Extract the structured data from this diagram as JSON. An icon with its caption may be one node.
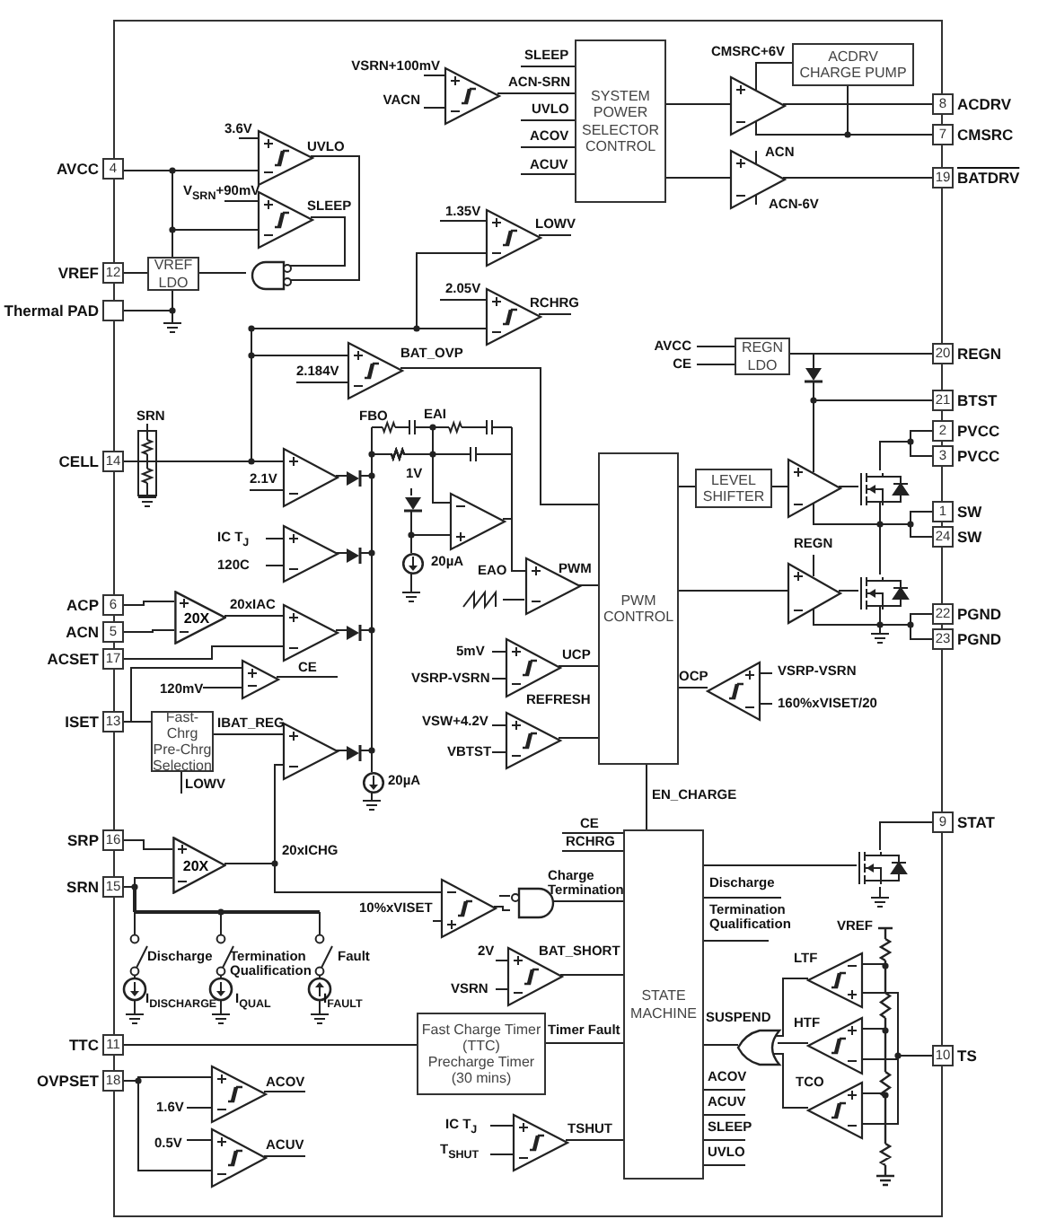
{
  "diagram": {
    "nodes": [
      {
        "text": [],
        "shape": "box"
      },
      {
        "text": [
          "SYSTEM POWER SELECTOR CONTROL"
        ],
        "in": 0
      },
      {
        "text": [
          "ACDRV CHARGE PUMP"
        ],
        "in": 0
      },
      {
        "text": [
          "8"
        ],
        "beside": [
          "ACDRV"
        ]
      },
      {
        "text": [
          "7"
        ],
        "beside": [
          "CMSRC"
        ]
      },
      {
        "text": [
          "4"
        ],
        "beside": [
          "AVCC"
        ]
      },
      {
        "text": [
          "19"
        ],
        "beside": [
          "BATDRV"
        ]
      },
      {
        "text": [
          "VREF LDO"
        ],
        "in": 0
      },
      {
        "text": [
          "12"
        ],
        "beside": [
          "VREF"
        ]
      },
      {
        "text": [],
        "shape": "box",
        "beside": [
          "Thermal PAD"
        ]
      },
      {
        "text": [
          "REGN LDO"
        ],
        "in": 0
      },
      {
        "text": [
          "20"
        ],
        "beside": [
          "REGN"
        ]
      },
      {
        "text": [
          "21"
        ],
        "beside": [
          "BTST"
        ]
      },
      {
        "text": [
          "2"
        ],
        "beside": [
          "PVCC"
        ]
      },
      {
        "text": [
          "3"
        ],
        "beside": [
          "PVCC"
        ]
      },
      {
        "text": [
          "14"
        ],
        "beside": [
          "CELL"
        ]
      },
      {
        "text": [
          "LEVEL SHIFTER"
        ],
        "in": 0
      },
      {
        "text": [
          "1"
        ],
        "beside": [
          "SW"
        ]
      },
      {
        "text": [
          "24"
        ],
        "beside": [
          "SW"
        ]
      },
      {
        "text": [
          "PWM CONTROL"
        ],
        "in": 0
      },
      {
        "text": [
          "20X"
        ],
        "in": 0
      },
      {
        "text": [
          "6"
        ],
        "beside": [
          "ACP"
        ]
      },
      {
        "text": [
          "22"
        ],
        "beside": [
          "PGND"
        ]
      },
      {
        "text": [
          "5"
        ],
        "beside": [
          "ACN"
        ]
      },
      {
        "text": [
          "23"
        ],
        "beside": [
          "PGND"
        ]
      },
      {
        "text": [
          "17"
        ],
        "beside": [
          "ACSET"
        ]
      },
      {
        "text": [
          "Fast-Chrg Pre-Chrg Selection"
        ],
        "in": 0
      },
      {
        "text": [
          "13"
        ],
        "beside": [
          "ISET"
        ]
      },
      {
        "text": [
          "9"
        ],
        "beside": [
          "STAT"
        ]
      },
      {
        "text": [
          "16"
        ],
        "beside": [
          "SRP"
        ]
      },
      {
        "text": [
          "20X"
        ],
        "in": 0
      },
      {
        "text": [
          "STATE MACHINE"
        ],
        "in": 0
      },
      {
        "text": [
          "15"
        ],
        "beside": [
          "SRN"
        ]
      },
      {
        "text": [
          "Fast Charge Timer (TTC)",
          "Precharge Timer (30 mins)"
        ],
        "in": 0
      },
      {
        "text": [
          "11"
        ],
        "beside": [
          "TTC"
        ]
      },
      {
        "text": [
          "10"
        ],
        "beside": [
          "TS"
        ]
      },
      {
        "text": [
          "18"
        ],
        "beside": [
          "OVPSET"
        ]
      },
      {
        "text": [],
        "shape": "triangle",
        "in": 0
      },
      {
        "text": [],
        "shape": "triangle",
        "in": 0
      },
      {
        "text": [],
        "shape": "triangle",
        "in": 0
      },
      {
        "text": [],
        "shape": "gate",
        "in": 0
      },
      {
        "text": [],
        "shape": "triangle",
        "in": 0
      },
      {
        "text": [],
        "shape": "triangle",
        "in": 0
      },
      {
        "text": [],
        "shape": "triangle",
        "in": 0
      },
      {
        "text": [],
        "shape": "triangle",
        "in": 0
      },
      {
        "text": [],
        "shape": "triangle",
        "in": 0
      },
      {
        "text": [],
        "shape": "triangle",
        "in": 0
      },
      {
        "text": [],
        "shape": "triangle",
        "in": 0
      },
      {
        "text": [],
        "shape": "triangle",
        "in": 0
      },
      {
        "text": [],
        "shape": "triangle",
        "in": 0
      },
      {
        "text": [],
        "shape": "triangle",
        "in": 0
      },
      {
        "text": [],
        "shape": "triangle",
        "in": 0
      },
      {
        "text": [],
        "shape": "triangle",
        "in": 0
      },
      {
        "text": [],
        "shape": "triangle",
        "in": 0
      },
      {
        "text": [],
        "shape": "triangle",
        "in": 0
      },
      {
        "text": [],
        "shape": "triangle",
        "in": 0
      },
      {
        "text": [],
        "shape": "triangle",
        "in": 0
      },
      {
        "text": [],
        "shape": "triangle",
        "in": 0
      },
      {
        "text": [],
        "shape": "transistor",
        "in": 0
      },
      {
        "text": [],
        "shape": "transistor",
        "in": 0
      },
      {
        "text": [],
        "shape": "triangle",
        "in": 0
      },
      {
        "text": [],
        "shape": "gate",
        "in": 0
      },
      {
        "text": [],
        "shape": "triangle",
        "in": 0
      },
      {
        "text": [],
        "shape": "transistor",
        "in": 0
      },
      {
        "text": [],
        "shape": "triangle",
        "in": 0,
        "beside": [
          "LTF"
        ]
      },
      {
        "text": [],
        "shape": "triangle",
        "in": 0,
        "beside": [
          "HTF"
        ]
      },
      {
        "text": [],
        "shape": "triangle",
        "in": 0,
        "beside": [
          "TCO"
        ]
      },
      {
        "text": [],
        "shape": "gate",
        "in": 0
      },
      {
        "text": [],
        "shape": "triangle",
        "in": 0
      },
      {
        "text": [],
        "shape": "triangle",
        "in": 0
      },
      {
        "text": [],
        "shape": "triangle",
        "in": 0
      },
      {
        "text": [],
        "shape": "resistor",
        "in": 0,
        "beside": [
          "VREF"
        ]
      },
      {
        "text": [],
        "shape": "circle",
        "in": 0,
        "beside": [
          "20µA"
        ]
      },
      {
        "text": [],
        "shape": "circle",
        "in": 0,
        "beside": [
          "20µA"
        ]
      },
      {
        "text": [],
        "shape": "diode",
        "in": 0
      },
      {
        "text": [],
        "shape": "diode",
        "in": 0
      },
      {
        "text": [],
        "shape": "diode",
        "in": 0
      },
      {
        "text": [],
        "shape": "diode",
        "in": 0
      },
      {
        "text": [],
        "shape": "diode",
        "in": 0
      }
    ],
    "edges": [
      {
        "from": null,
        "to": 1,
        "arrow": "none",
        "label": "SLEEP"
      },
      {
        "from": 37,
        "to": 1,
        "arrow": "none",
        "label": "ACN-SRN"
      },
      {
        "from": null,
        "to": 1,
        "arrow": "none",
        "label": "UVLO"
      },
      {
        "from": null,
        "to": 1,
        "arrow": "none",
        "label": "ACOV"
      },
      {
        "from": null,
        "to": 1,
        "arrow": "none",
        "label": "ACUV"
      },
      {
        "from": 1,
        "to": 44,
        "arrow": "none"
      },
      {
        "from": 1,
        "to": 45,
        "arrow": "none"
      },
      {
        "from": 44,
        "to": 2,
        "arrow": "none",
        "label": "CMSRC+6V"
      },
      {
        "from": 2,
        "to": 4,
        "arrow": "none"
      },
      {
        "from": 44,
        "to": 3,
        "arrow": "none"
      },
      {
        "from": 45,
        "to": 6,
        "arrow": "none"
      },
      {
        "from": 5,
        "to": 38,
        "arrow": "none"
      },
      {
        "from": 5,
        "to": 39,
        "arrow": "none"
      },
      {
        "from": 5,
        "to": 7,
        "arrow": "none"
      },
      {
        "from": 7,
        "to": 9,
        "arrow": "none"
      },
      {
        "from": 38,
        "to": 40,
        "arrow": "none",
        "label": "UVLO"
      },
      {
        "from": 39,
        "to": 40,
        "arrow": "none",
        "label": "SLEEP"
      },
      {
        "from": 40,
        "to": 7,
        "arrow": "none"
      },
      {
        "from": 7,
        "to": 8,
        "arrow": "none"
      },
      {
        "from": null,
        "to": 10,
        "arrow": "none",
        "label": "AVCC"
      },
      {
        "from": null,
        "to": 10,
        "arrow": "none",
        "label": "CE"
      },
      {
        "from": 10,
        "to": 11,
        "arrow": "none"
      },
      {
        "from": 43,
        "to": 19,
        "arrow": "none",
        "label": "BAT_OVP"
      },
      {
        "from": 19,
        "to": 16,
        "arrow": "none"
      },
      {
        "from": 16,
        "to": 55,
        "arrow": "none"
      },
      {
        "from": 12,
        "to": 55,
        "arrow": "none"
      },
      {
        "from": 55,
        "to": 58,
        "arrow": "none"
      },
      {
        "from": 58,
        "to": 13,
        "arrow": "none"
      },
      {
        "from": 58,
        "to": 14,
        "arrow": "none"
      },
      {
        "from": 58,
        "to": 17,
        "arrow": "none"
      },
      {
        "from": 58,
        "to": 18,
        "arrow": "none"
      },
      {
        "from": 59,
        "to": 22,
        "arrow": "none"
      },
      {
        "from": 59,
        "to": 24,
        "arrow": "none"
      },
      {
        "from": 56,
        "to": 59,
        "arrow": "none"
      },
      {
        "from": 19,
        "to": 56,
        "arrow": "none"
      },
      {
        "from": 21,
        "to": 20,
        "arrow": "none"
      },
      {
        "from": 23,
        "to": 20,
        "arrow": "none"
      },
      {
        "from": 20,
        "to": 48,
        "arrow": "none",
        "label": "20xIAC"
      },
      {
        "from": 25,
        "to": 48,
        "arrow": "none"
      },
      {
        "from": 52,
        "to": 19,
        "arrow": "none",
        "label": "PWM"
      },
      {
        "from": 53,
        "to": 19,
        "arrow": "none",
        "label": "UCP"
      },
      {
        "from": 57,
        "to": 19,
        "arrow": "none",
        "label": "OCP"
      },
      {
        "from": 54,
        "to": 19,
        "arrow": "none",
        "label": "REFRESH"
      },
      {
        "from": 27,
        "to": 26,
        "arrow": "none"
      },
      {
        "from": 27,
        "to": 49,
        "arrow": "none"
      },
      {
        "from": 26,
        "to": 50,
        "arrow": "none",
        "label": "IBAT_REG"
      },
      {
        "from": null,
        "to": 26,
        "arrow": "none",
        "label": "LOWV"
      },
      {
        "from": 19,
        "to": 31,
        "arrow": "none",
        "label": "EN_CHARGE"
      },
      {
        "from": 29,
        "to": 30,
        "arrow": "none"
      },
      {
        "from": 32,
        "to": 30,
        "arrow": "none"
      },
      {
        "from": 30,
        "to": 50,
        "arrow": "none",
        "label": "20xICHG"
      },
      {
        "from": 30,
        "to": 60,
        "arrow": "none"
      },
      {
        "from": null,
        "to": 31,
        "arrow": "none",
        "label": "CE"
      },
      {
        "from": null,
        "to": 31,
        "arrow": "none",
        "label": "RCHRG"
      },
      {
        "from": 61,
        "to": 31,
        "arrow": "none",
        "label": "Charge Termination"
      },
      {
        "from": 60,
        "to": 61,
        "arrow": "none"
      },
      {
        "from": 31,
        "to": null,
        "arrow": "none",
        "label": "Discharge"
      },
      {
        "from": 31,
        "to": null,
        "arrow": "none",
        "label": "Termination Qualification"
      },
      {
        "from": 62,
        "to": 31,
        "arrow": "none",
        "label": "BAT_SHORT"
      },
      {
        "from": 33,
        "to": 31,
        "arrow": "none",
        "label": "Timer Fault"
      },
      {
        "from": 67,
        "to": 31,
        "arrow": "none",
        "label": "SUSPEND"
      },
      {
        "from": 70,
        "to": 31,
        "arrow": "none",
        "label": "TSHUT"
      },
      {
        "from": 31,
        "to": null,
        "arrow": "none",
        "label": "ACOV"
      },
      {
        "from": 31,
        "to": null,
        "arrow": "none",
        "label": "ACUV"
      },
      {
        "from": 31,
        "to": null,
        "arrow": "none",
        "label": "SLEEP"
      },
      {
        "from": 31,
        "to": null,
        "arrow": "none",
        "label": "UVLO"
      },
      {
        "from": 34,
        "to": 33,
        "arrow": "none"
      },
      {
        "from": 31,
        "to": 63,
        "arrow": "none"
      },
      {
        "from": 63,
        "to": 28,
        "arrow": "none"
      },
      {
        "from": 64,
        "to": 67,
        "arrow": "none"
      },
      {
        "from": 65,
        "to": 67,
        "arrow": "none"
      },
      {
        "from": 66,
        "to": 67,
        "arrow": "none"
      },
      {
        "from": 35,
        "to": 64,
        "arrow": "none"
      },
      {
        "from": 35,
        "to": 65,
        "arrow": "none"
      },
      {
        "from": 35,
        "to": 66,
        "arrow": "none"
      },
      {
        "from": 36,
        "to": 68,
        "arrow": "none"
      },
      {
        "from": 36,
        "to": 69,
        "arrow": "none"
      },
      {
        "from": 15,
        "to": 46,
        "arrow": "none"
      },
      {
        "from": null,
        "to": 37,
        "arrow": "none",
        "label": "VSRN+100mV"
      },
      {
        "from": null,
        "to": 37,
        "arrow": "none",
        "label": "VACN"
      },
      {
        "from": null,
        "to": 38,
        "arrow": "none",
        "label": "3.6V"
      },
      {
        "from": null,
        "to": 39,
        "arrow": "none",
        "label": "V$_{SRN}$+90mV"
      },
      {
        "from": null,
        "to": 41,
        "arrow": "none",
        "label": "1.35V"
      },
      {
        "from": null,
        "to": 42,
        "arrow": "none",
        "label": "2.05V"
      },
      {
        "from": null,
        "to": 43,
        "arrow": "none",
        "label": "2.184V"
      },
      {
        "from": null,
        "to": 46,
        "arrow": "none",
        "label": "2.1V"
      },
      {
        "from": null,
        "to": 47,
        "arrow": "none",
        "label": "IC T$_{J}$"
      },
      {
        "from": null,
        "to": 47,
        "arrow": "none",
        "label": "120C"
      },
      {
        "from": null,
        "to": 49,
        "arrow": "none",
        "label": "120mV"
      },
      {
        "from": null,
        "to": 53,
        "arrow": "none",
        "label": "5mV"
      },
      {
        "from": null,
        "to": 53,
        "arrow": "none",
        "label": "VSRP-VSRN"
      },
      {
        "from": null,
        "to": 54,
        "arrow": "none",
        "label": "VSW+4.2V"
      },
      {
        "from": null,
        "to": 54,
        "arrow": "none",
        "label": "VBTST"
      },
      {
        "from": null,
        "to": 57,
        "arrow": "none",
        "label": "VSRP-VSRN"
      },
      {
        "from": null,
        "to": 57,
        "arrow": "none",
        "label": "160%xVISET/20"
      },
      {
        "from": null,
        "to": 60,
        "arrow": "none",
        "label": "10%xVISET"
      },
      {
        "from": null,
        "to": 62,
        "arrow": "none",
        "label": "2V"
      },
      {
        "from": null,
        "to": 62,
        "arrow": "none",
        "label": "VSRN"
      },
      {
        "from": null,
        "to": 68,
        "arrow": "none",
        "label": "1.6V"
      },
      {
        "from": null,
        "to": 69,
        "arrow": "none",
        "label": "0.5V"
      },
      {
        "from": null,
        "to": 70,
        "arrow": "none",
        "label": "IC T$_{J}$"
      },
      {
        "from": null,
        "to": 70,
        "arrow": "none",
        "label": "T$_{SHUT}$"
      },
      {
        "from": 41,
        "to": null,
        "arrow": "none",
        "label": "LOWV"
      },
      {
        "from": 42,
        "to": null,
        "arrow": "none",
        "label": "RCHRG"
      },
      {
        "from": 49,
        "to": null,
        "arrow": "none",
        "label": "CE"
      },
      {
        "from": 68,
        "to": null,
        "arrow": "none",
        "label": "ACOV"
      },
      {
        "from": 69,
        "to": null,
        "arrow": "none",
        "label": "ACUV"
      },
      {
        "from": 45,
        "to": null,
        "arrow": "none",
        "label": "ACN"
      },
      {
        "from": 45,
        "to": null,
        "arrow": "none",
        "label": "ACN-6V"
      },
      {
        "from": null,
        "to": 56,
        "arrow": "none",
        "label": "REGN"
      },
      {
        "from": 44,
        "to": 4,
        "arrow": "none"
      },
      {
        "from": 74,
        "to": 51,
        "arrow": "none"
      },
      {
        "from": 75,
        "to": 51,
        "arrow": "none"
      },
      {
        "from": 76,
        "to": 51,
        "arrow": "none"
      },
      {
        "from": 77,
        "to": 51,
        "arrow": "none"
      },
      {
        "from": 51,
        "to": 52,
        "arrow": "none",
        "label": "EAO"
      },
      {
        "from": 78,
        "to": 51,
        "arrow": "none",
        "label": "1V"
      },
      {
        "from": 15,
        "to": 43,
        "arrow": "none"
      },
      {
        "from": 15,
        "to": 41,
        "arrow": "none"
      },
      {
        "from": 15,
        "to": 42,
        "arrow": "none"
      },
      {
        "from": 58,
        "to": 59,
        "arrow": "none"
      },
      {
        "from": 55,
        "to": 17,
        "arrow": "none"
      },
      {
        "from": 56,
        "to": 22,
        "arrow": "none"
      },
      {
        "from": 71,
        "to": 64,
        "arrow": "none"
      },
      {
        "from": 71,
        "to": 65,
        "arrow": "none"
      },
      {
        "from": 71,
        "to": 66,
        "arrow": "none"
      },
      {
        "from": 72,
        "to": 51,
        "arrow": "none"
      },
      {
        "from": 73,
        "to": 51,
        "arrow": "none"
      },
      {
        "from": 46,
        "to": 74,
        "arrow": "none"
      },
      {
        "from": 47,
        "to": 75,
        "arrow": "none"
      },
      {
        "from": 48,
        "to": 76,
        "arrow": "none"
      },
      {
        "from": 50,
        "to": 77,
        "arrow": "none"
      }
    ],
    "labels": [
      "SRN",
      "FBO",
      "EAI",
      "Discharge",
      "Termination Qualification",
      "Fault",
      "I$_{DISCHARGE}$",
      "I$_{QUAL}$",
      "I$_{FAULT}$"
    ]
  }
}
